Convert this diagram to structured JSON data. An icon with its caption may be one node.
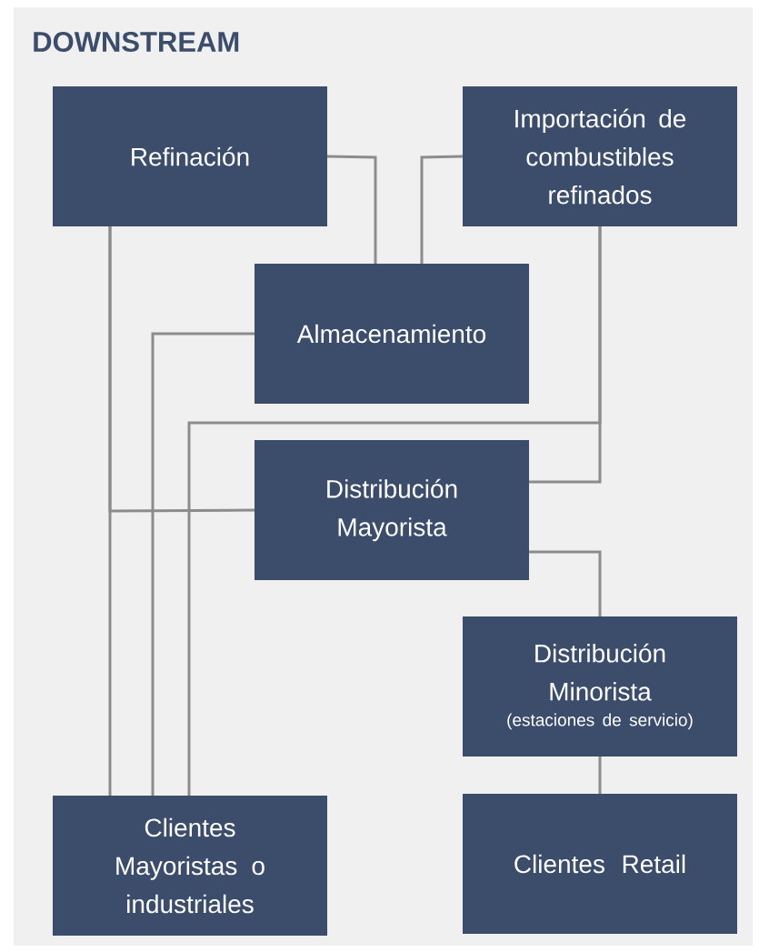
{
  "diagram": {
    "title": "DOWNSTREAM",
    "nodes": [
      {
        "text": [
          "Refinación"
        ]
      },
      {
        "text": [
          "Importación de combustibles refinados"
        ]
      },
      {
        "text": [
          "Almacenamiento"
        ]
      },
      {
        "text": [
          "Distribución Mayorista"
        ]
      },
      {
        "text": [
          "Distribución Minorista",
          "(estaciones de servicio)"
        ]
      },
      {
        "text": [
          "Clientes Mayoristas o industriales"
        ]
      },
      {
        "text": [
          "Clientes Retail"
        ]
      }
    ],
    "edges": [
      {
        "from": 0,
        "to": 2,
        "arrow": "none"
      },
      {
        "from": 1,
        "to": 2,
        "arrow": "none"
      },
      {
        "from": 0,
        "to": 5,
        "arrow": "none"
      },
      {
        "from": 0,
        "to": 3,
        "arrow": "none"
      },
      {
        "from": 2,
        "to": 5,
        "arrow": "none"
      },
      {
        "from": 1,
        "to": 3,
        "arrow": "none"
      },
      {
        "from": 1,
        "to": 5,
        "arrow": "none"
      },
      {
        "from": 3,
        "to": 4,
        "arrow": "none"
      },
      {
        "from": 4,
        "to": 6,
        "arrow": "none"
      }
    ]
  }
}
